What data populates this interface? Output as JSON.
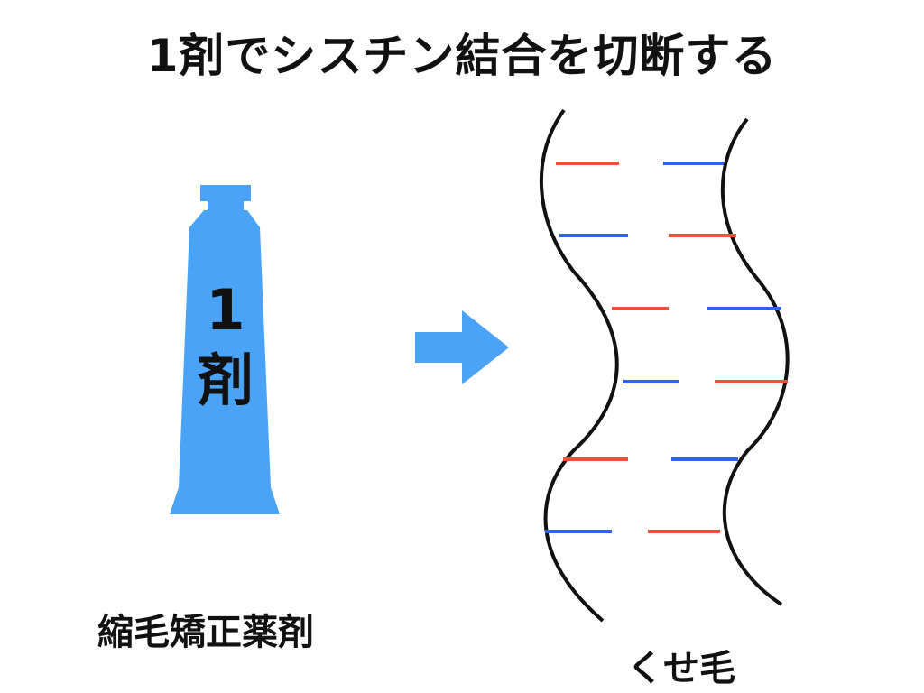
{
  "title": "1剤でシスチン結合を切断する",
  "tube": {
    "label_line1": "1",
    "label_line2": "剤",
    "color": "#4aa3f7"
  },
  "left_caption": "縮毛矯正薬剤",
  "arrow": {
    "icon": "right-arrow-icon",
    "color": "#4aa3f7"
  },
  "hair": {
    "caption": "くせ毛",
    "strand_color": "#111111",
    "bond_colors": {
      "red": "#e8533a",
      "blue": "#2f63e8"
    },
    "bond_rows": [
      {
        "left": "red",
        "right": "blue"
      },
      {
        "left": "blue",
        "right": "red"
      },
      {
        "left": "red",
        "right": "blue"
      },
      {
        "left": "blue",
        "right": "red"
      },
      {
        "left": "red",
        "right": "blue"
      },
      {
        "left": "blue",
        "right": "red"
      }
    ]
  }
}
